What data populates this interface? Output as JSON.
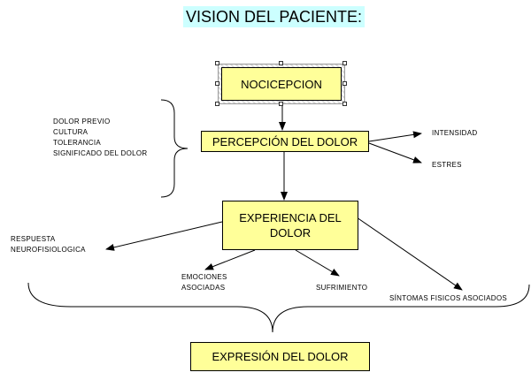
{
  "title": "VISION DEL PACIENTE:",
  "nodes": {
    "nocicepcion": "NOCICEPCION",
    "percepcion": "PERCEPCIÓN DEL DOLOR",
    "experiencia_line1": "EXPERIENCIA DEL",
    "experiencia_line2": "DOLOR",
    "expresion": "EXPRESIÓN DEL DOLOR"
  },
  "factors": [
    "DOLOR PREVIO",
    "CULTURA",
    "TOLERANCIA",
    "SIGNIFICADO DEL DOLOR"
  ],
  "outputs": {
    "intensidad": "INTENSIDAD",
    "estres": "ESTRES"
  },
  "responses": {
    "respuesta_line1": "RESPUESTA",
    "respuesta_line2": "NEUROFISIOLOGICA",
    "emociones_line1": "EMOCIONES",
    "emociones_line2": "ASOCIADAS",
    "sufrimiento": "SUFRIMIENTO",
    "sintomas": "SÍNTOMAS FISICOS ASOCIADOS"
  },
  "colors": {
    "node_fill": "#ffff99",
    "title_highlight": "#ccffff"
  }
}
